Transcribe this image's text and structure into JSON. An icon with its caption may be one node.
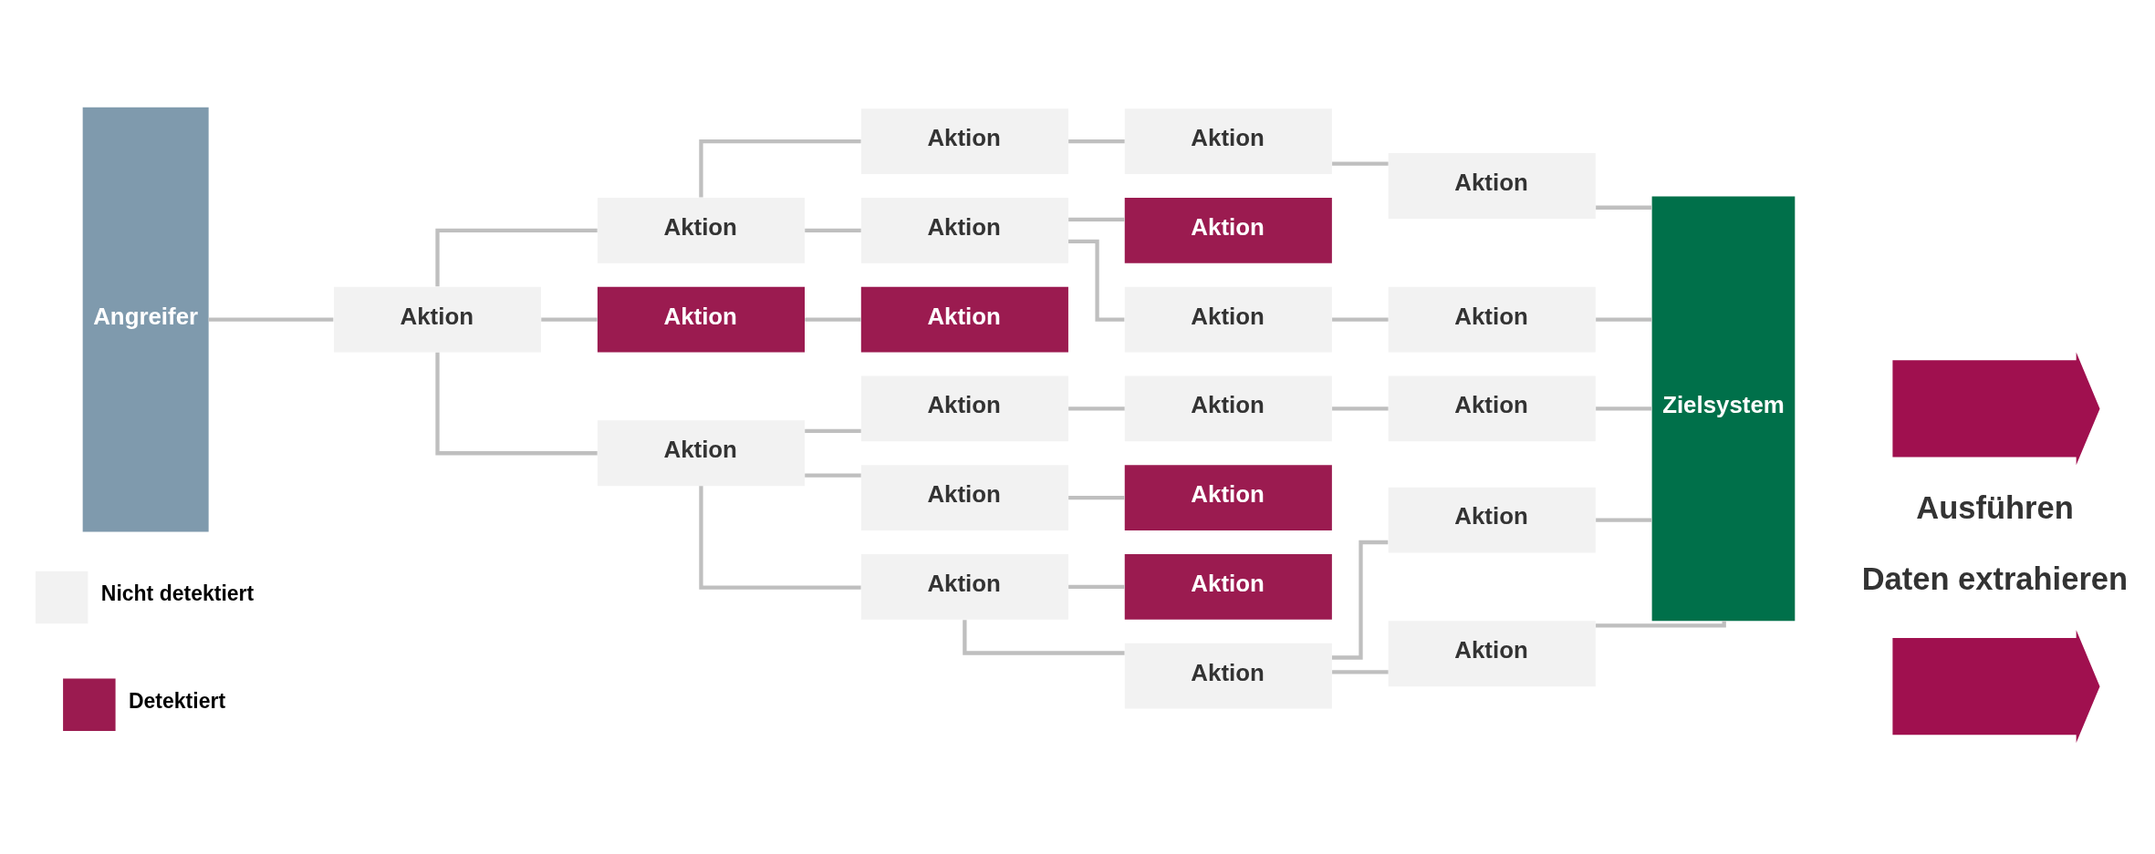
{
  "diagram": {
    "nodes": [
      {
        "text": [
          "Angreifer"
        ]
      },
      {
        "text": [
          "Aktion"
        ]
      },
      {
        "text": [
          "Aktion"
        ]
      },
      {
        "text": [
          "Aktion"
        ]
      },
      {
        "text": [
          "Aktion"
        ]
      },
      {
        "text": [
          "Aktion"
        ]
      },
      {
        "text": [
          "Aktion"
        ]
      },
      {
        "text": [
          "Aktion"
        ]
      },
      {
        "text": [
          "Aktion"
        ]
      },
      {
        "text": [
          "Aktion"
        ]
      },
      {
        "text": [
          "Aktion"
        ]
      },
      {
        "text": [
          "Aktion"
        ]
      },
      {
        "text": [
          "Aktion"
        ]
      },
      {
        "text": [
          "Aktion"
        ]
      },
      {
        "text": [
          "Aktion"
        ]
      },
      {
        "text": [
          "Aktion"
        ]
      },
      {
        "text": [
          "Aktion"
        ]
      },
      {
        "text": [
          "Aktion"
        ]
      },
      {
        "text": [
          "Aktion"
        ]
      },
      {
        "text": [
          "Aktion"
        ]
      },
      {
        "text": [
          "Aktion"
        ]
      },
      {
        "text": [
          "Aktion"
        ]
      },
      {
        "text": [
          "Aktion"
        ]
      },
      {
        "text": [
          "Zielsystem"
        ]
      },
      {
        "text": [],
        "shape": "arrow"
      },
      {
        "text": [],
        "shape": "arrow"
      }
    ],
    "edges": [
      {
        "from": 0,
        "to": 1,
        "arrow": "none"
      },
      {
        "from": 1,
        "to": 2,
        "arrow": "none"
      },
      {
        "from": 1,
        "to": 3,
        "arrow": "none"
      },
      {
        "from": 1,
        "to": 4,
        "arrow": "none"
      },
      {
        "from": 2,
        "to": 5,
        "arrow": "none"
      },
      {
        "from": 2,
        "to": 6,
        "arrow": "none"
      },
      {
        "from": 3,
        "to": 7,
        "arrow": "none"
      },
      {
        "from": 4,
        "to": 8,
        "arrow": "none"
      },
      {
        "from": 4,
        "to": 9,
        "arrow": "none"
      },
      {
        "from": 4,
        "to": 10,
        "arrow": "none"
      },
      {
        "from": 5,
        "to": 11,
        "arrow": "none"
      },
      {
        "from": 6,
        "to": 12,
        "arrow": "none"
      },
      {
        "from": 6,
        "to": 13,
        "arrow": "none"
      },
      {
        "from": 8,
        "to": 14,
        "arrow": "none"
      },
      {
        "from": 9,
        "to": 15,
        "arrow": "none"
      },
      {
        "from": 10,
        "to": 16,
        "arrow": "none"
      },
      {
        "from": 10,
        "to": 17,
        "arrow": "none"
      },
      {
        "from": 11,
        "to": 18,
        "arrow": "none"
      },
      {
        "from": 13,
        "to": 19,
        "arrow": "none"
      },
      {
        "from": 14,
        "to": 20,
        "arrow": "none"
      },
      {
        "from": 17,
        "to": 21,
        "arrow": "none"
      },
      {
        "from": 17,
        "to": 22,
        "arrow": "none"
      },
      {
        "from": 18,
        "to": 23,
        "arrow": "none"
      },
      {
        "from": 19,
        "to": 23,
        "arrow": "none"
      },
      {
        "from": 20,
        "to": 23,
        "arrow": "none"
      },
      {
        "from": 21,
        "to": 23,
        "arrow": "none"
      },
      {
        "from": 22,
        "to": 23,
        "arrow": "none"
      }
    ],
    "labels": [
      "Ausführen",
      "Daten extrahieren"
    ],
    "legend": [
      {
        "text": "Nicht detektiert",
        "color": "#f2f2f2"
      },
      {
        "text": "Detektiert",
        "color": "#9b1b50"
      }
    ]
  }
}
